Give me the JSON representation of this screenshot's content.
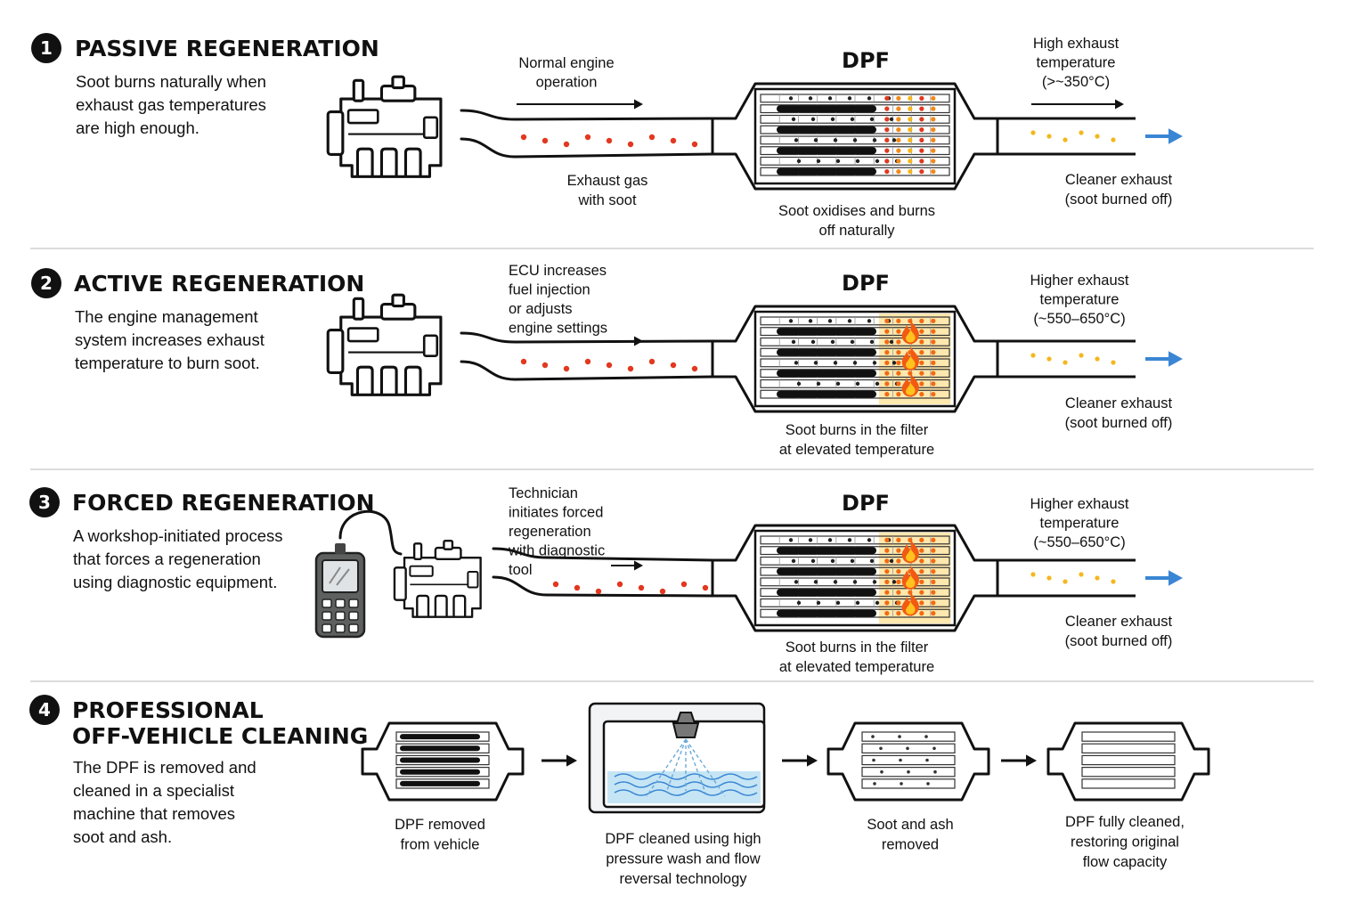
{
  "colors": {
    "soot": "#e2381f",
    "clean_exhaust": "#f4b71c",
    "flow_arrow": "#3a86d4",
    "flame": "#f25a12",
    "glow": "#ffd66b",
    "water": "#9fd3ee"
  },
  "sections": [
    {
      "number": "1",
      "title": "PASSIVE REGENERATION",
      "desc": [
        "Soot burns naturally when",
        "exhaust gas temperatures",
        "are high enough."
      ],
      "dpf_label": "DPF",
      "arrow_label": [
        "Normal engine",
        "operation"
      ],
      "exhaust_label": [
        "Exhaust gas",
        "with soot"
      ],
      "filter_caption": [
        "Soot oxidises and burns",
        "off naturally"
      ],
      "temp_label": [
        "High exhaust",
        "temperature",
        "(>~350°C)"
      ],
      "out_label": [
        "Cleaner exhaust",
        "(soot burned off)"
      ],
      "engine_icon": "engine-icon"
    },
    {
      "number": "2",
      "title": "ACTIVE REGENERATION",
      "desc": [
        "The engine management",
        "system increases exhaust",
        "temperature to burn soot."
      ],
      "dpf_label": "DPF",
      "arrow_label": [
        "ECU increases",
        "fuel injection",
        "or adjusts",
        "engine settings"
      ],
      "filter_caption": [
        "Soot burns in the filter",
        "at elevated temperature"
      ],
      "temp_label": [
        "Higher exhaust",
        "temperature",
        "(~550–650°C)"
      ],
      "out_label": [
        "Cleaner exhaust",
        "(soot burned off)"
      ],
      "engine_icon": "engine-icon",
      "flame_icon": "flame-icon"
    },
    {
      "number": "3",
      "title": "FORCED REGENERATION",
      "desc": [
        "A workshop-initiated process",
        "that forces a regeneration",
        "using diagnostic equipment."
      ],
      "dpf_label": "DPF",
      "arrow_label": [
        "Technician",
        "initiates forced",
        "regeneration",
        "with diagnostic",
        "tool"
      ],
      "filter_caption": [
        "Soot burns in the filter",
        "at elevated temperature"
      ],
      "temp_label": [
        "Higher exhaust",
        "temperature",
        "(~550–650°C)"
      ],
      "out_label": [
        "Cleaner exhaust",
        "(soot burned off)"
      ],
      "engine_icon": "engine-icon",
      "tool_icon": "diagnostic-tool-icon",
      "flame_icon": "flame-icon"
    },
    {
      "number": "4",
      "title": [
        "PROFESSIONAL",
        "OFF-VEHICLE CLEANING"
      ],
      "desc": [
        "The DPF is removed and",
        "cleaned in a specialist",
        "machine that removes",
        "soot and ash."
      ],
      "steps": [
        {
          "label": [
            "DPF removed",
            "from vehicle"
          ],
          "icon": "dirty-dpf-icon"
        },
        {
          "label": [
            "DPF cleaned using high",
            "pressure wash and flow",
            "reversal technology"
          ],
          "icon": "wash-machine-icon"
        },
        {
          "label": [
            "Soot and ash",
            "removed"
          ],
          "icon": "partly-clean-dpf-icon"
        },
        {
          "label": [
            "DPF fully cleaned,",
            "restoring original",
            "flow capacity"
          ],
          "icon": "clean-dpf-icon"
        }
      ]
    }
  ]
}
